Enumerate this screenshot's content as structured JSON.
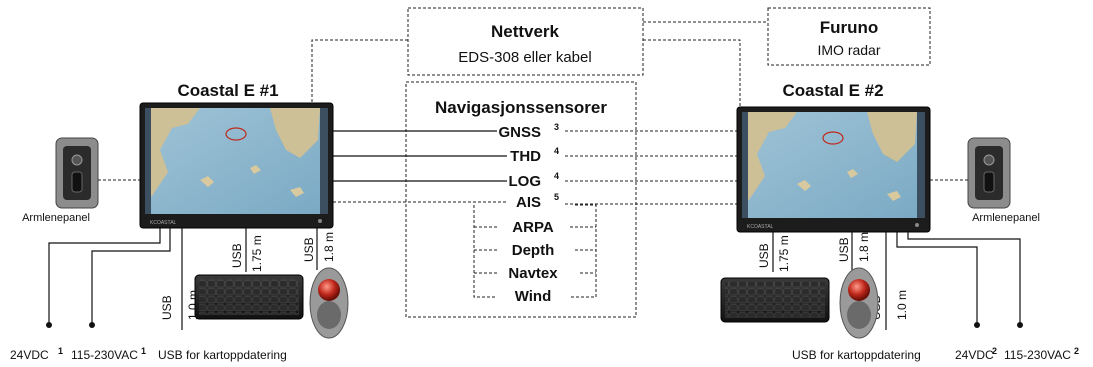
{
  "network_box": {
    "title": "Nettverk",
    "subtitle": "EDS-308 eller kabel"
  },
  "furuno_box": {
    "title": "Furuno",
    "subtitle": "IMO radar"
  },
  "sensor_box": {
    "title": "Navigasjonssensorer",
    "primary": [
      {
        "label": "GNSS",
        "note": "3"
      },
      {
        "label": "THD",
        "note": "4"
      },
      {
        "label": "LOG",
        "note": "4"
      },
      {
        "label": "AIS",
        "note": "5"
      }
    ],
    "secondary": [
      "ARPA",
      "Depth",
      "Navtex",
      "Wind"
    ]
  },
  "display_1": {
    "title": "Coastal E #1",
    "brand": "KCOASTAL"
  },
  "display_2": {
    "title": "Coastal E #2",
    "brand": "KCOASTAL"
  },
  "armrest_left": {
    "label": "Armlenepanel"
  },
  "armrest_right": {
    "label": "Armlenepanel"
  },
  "cables_left": {
    "usb_keyboard": {
      "type": "USB",
      "length": "1.75 m"
    },
    "usb_trackball": {
      "type": "USB",
      "length": "1.8 m"
    },
    "usb_update": {
      "type": "USB",
      "length": "1.0 m"
    }
  },
  "cables_right": {
    "usb_keyboard": {
      "type": "USB",
      "length": "1.75 m"
    },
    "usb_trackball": {
      "type": "USB",
      "length": "1.8 m"
    },
    "usb_update": {
      "type": "USB",
      "length": "1.0 m"
    }
  },
  "bottom_left": {
    "power_dc": "24VDC",
    "power_dc_note": "1",
    "power_ac": "115-230VAC",
    "power_ac_note": "1",
    "usb_update": "USB for kartoppdatering"
  },
  "bottom_right": {
    "usb_update": "USB for kartoppdatering",
    "power_dc": "24VDC",
    "power_dc_note": "2",
    "power_ac": "115-230VAC",
    "power_ac_note": "2"
  }
}
